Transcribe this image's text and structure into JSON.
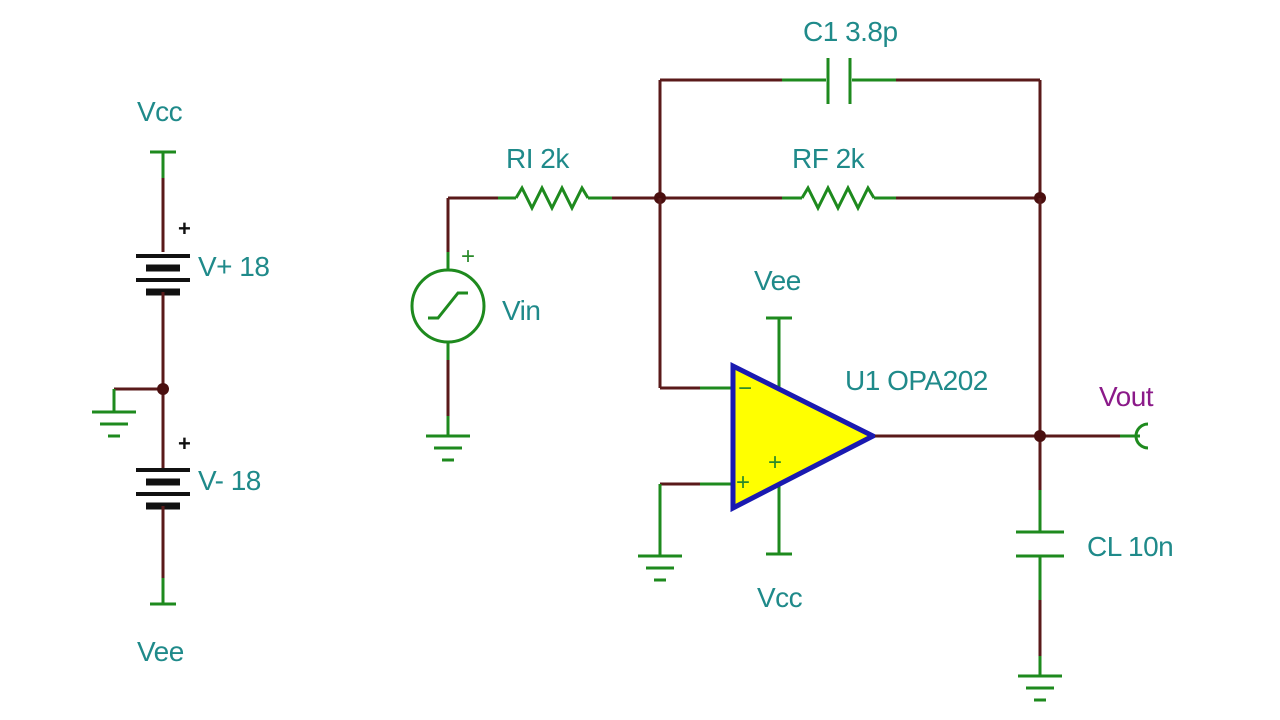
{
  "colors": {
    "wire": "#5a1a1a",
    "component": "#1e8a1e",
    "label": "#1f8a8a",
    "output_label": "#8b1a89",
    "opamp_fill": "#ffff00",
    "opamp_outline": "#1a1ab0"
  },
  "supply": {
    "vcc_label": "Vcc",
    "vee_label": "Vee",
    "vplus_label": "V+ 18",
    "vminus_label": "V- 18",
    "plus_sign": "+"
  },
  "input": {
    "source_label": "Vin",
    "source_plus": "+",
    "resistor_label": "RI 2k"
  },
  "feedback": {
    "capacitor_label": "C1 3.8p",
    "resistor_label": "RF 2k"
  },
  "opamp": {
    "label": "U1 OPA202",
    "top_supply_label": "Vee",
    "bottom_supply_label": "Vcc",
    "inverting_sign": "−",
    "noninverting_sign": "+",
    "supply_plus": "+"
  },
  "output": {
    "load_capacitor_label": "CL 10n",
    "output_label": "Vout"
  },
  "icons": [
    "ground-icon",
    "battery-icon",
    "step-source-icon",
    "resistor-icon",
    "capacitor-icon",
    "opamp-icon",
    "output-terminal-icon"
  ]
}
